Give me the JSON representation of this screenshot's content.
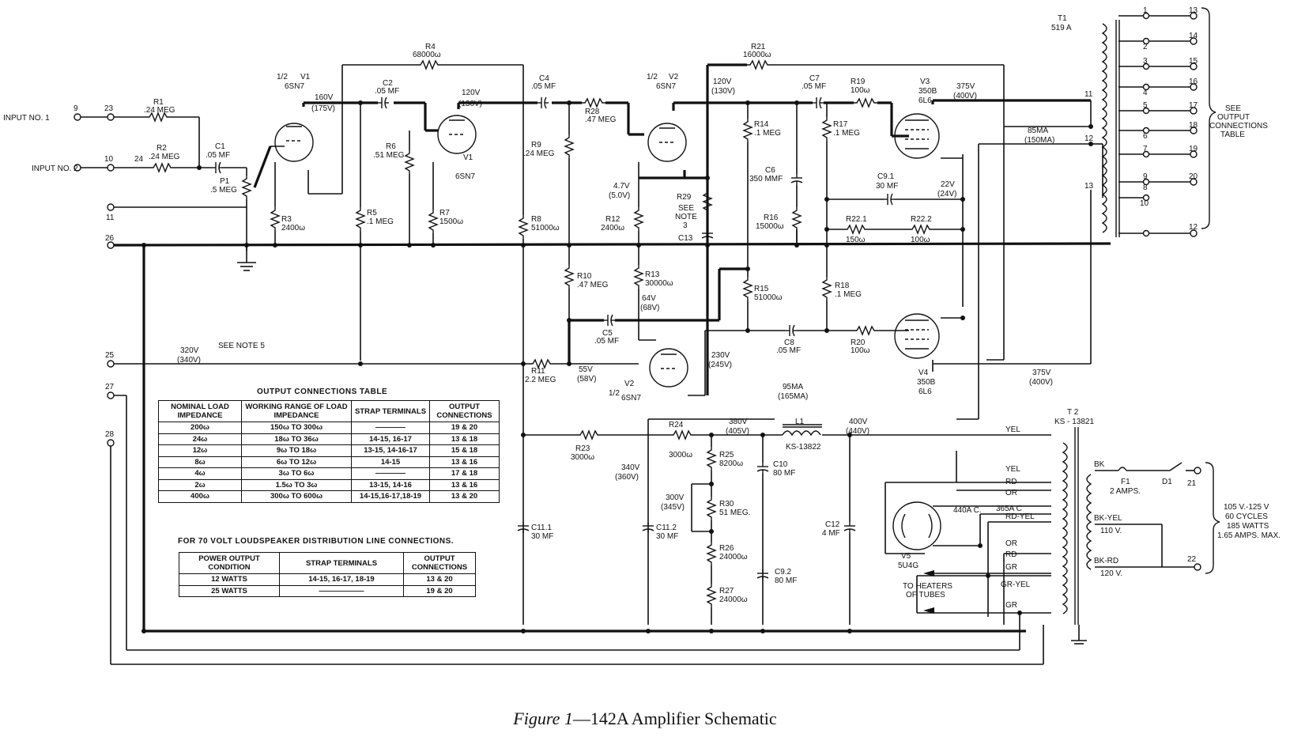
{
  "caption": {
    "figure": "Figure 1",
    "title": "142A Amplifier Schematic"
  },
  "inputs": {
    "input1": "INPUT NO. 1",
    "t9": "9",
    "t23": "23",
    "input2": "INPUT NO. 2",
    "t10": "10",
    "t24": "24",
    "t11": "11",
    "t26": "26",
    "t25": "25",
    "t27": "27",
    "t28": "28"
  },
  "labels": {
    "R1": "R1",
    "R1v": ".24 MEG",
    "R2": "R2",
    "R2v": ".24 MEG",
    "C1": "C1",
    "C1v": ".05 MF",
    "P1": "P1",
    "P1v": ".5 MEG",
    "V1a": "V1",
    "V1a_type": "6SN7",
    "half": "1/2",
    "v160": "160V",
    "v175": "(175V)",
    "R3": "R3",
    "R3v": "2400ω",
    "C2": "C2",
    "C2v": ".05 MF",
    "R4": "R4",
    "R4v": "68000ω",
    "R5": "R5",
    "R5v": ".1 MEG",
    "R6": "R6",
    "R6v": ".51 MEG",
    "V1b": "V1",
    "V1b_type": "6SN7",
    "v120a": "120V",
    "v130a": "(130V)",
    "R7": "R7",
    "R7v": "1500ω",
    "C4": "C4",
    "C4v": ".05 MF",
    "R28": "R28",
    "R28v": ".47 MEG",
    "R9": "R9",
    "R9v": ".24 MEG",
    "R8": "R8",
    "R8v": "51000ω",
    "V2a": "V2",
    "V2a_type": "6SN7",
    "v47": "4.7V",
    "v50": "(5.0V)",
    "R12": "R12",
    "R12v": "2400ω",
    "R29": "R29",
    "R29note": "SEE",
    "R29note2": "NOTE",
    "R29note3": "3",
    "C13": "C13",
    "R21": "R21",
    "R21v": "16000ω",
    "v120b": "120V",
    "v130b": "(130V)",
    "R14": "R14",
    "R14v": ".1 MEG",
    "C6": "C6",
    "C6v": "350 MMF",
    "R16": "R16",
    "R16v": "15000ω",
    "C7": "C7",
    "C7v": ".05 MF",
    "R17": "R17",
    "R17v": ".1 MEG",
    "R19": "R19",
    "R19v": "100ω",
    "V3": "V3",
    "V3_type": "350B",
    "V3_type2": "6L6",
    "v375a": "375V",
    "v400a": "(400V)",
    "C91": "C9.1",
    "C91v": "30 MF",
    "v22": "22V",
    "v24": "(24V)",
    "R221": "R22.1",
    "R221v": "150ω",
    "R222": "R22.2",
    "R222v": "100ω",
    "ma85": "85MA",
    "ma150": "(150MA)",
    "R10": "R10",
    "R10v": ".47 MEG",
    "R13": "R13",
    "R13v": "30000ω",
    "v64": "64V",
    "v68": "(68V)",
    "C5": "C5",
    "C5v": ".05 MF",
    "R15": "R15",
    "R15v": "51000ω",
    "R18": "R18",
    "R18v": ".1 MEG",
    "C8": "C8",
    "C8v": ".05 MF",
    "R20": "R20",
    "R20v": "100ω",
    "V4": "V4",
    "V4_type": "350B",
    "V4_type2": "6L6",
    "v375b": "375V",
    "v400b": "(400V)",
    "v320": "320V",
    "v340": "(340V)",
    "note5": "SEE NOTE 5",
    "R11": "R11",
    "R11v": "2.2 MEG",
    "v55": "55V",
    "v58": "(58V)",
    "V2b": "V2",
    "V2b_type": "6SN7",
    "v230": "230V",
    "v245": "(245V)",
    "ma95": "95MA",
    "ma165": "(165MA)",
    "L1": "L1",
    "L1v": "KS-13822",
    "v380": "380V",
    "v405": "(405V)",
    "v400c": "400V",
    "v440": "(440V)",
    "R23": "R23",
    "R23v": "3000ω",
    "R24": "R24",
    "R24v": "3000ω",
    "R25": "R25",
    "R25v": "8200ω",
    "C10": "C10",
    "C10v": "80 MF",
    "v340b": "340V",
    "v360": "(360V)",
    "v300": "300V",
    "v345": "(345V)",
    "R30": "R30",
    "R30v": "51 MEG.",
    "R26": "R26",
    "R26v": "24000ω",
    "R27": "R27",
    "R27v": "24000ω",
    "C111": "C11.1",
    "C111v": "30 MF",
    "C112": "C11.2",
    "C112v": "30 MF",
    "C12": "C12",
    "C12v": "4 MF",
    "C92": "C9.2",
    "C92v": "80 MF",
    "V5": "V5",
    "V5_type": "5U4G",
    "heaters1": "TO HEATERS",
    "heaters2": "OF TUBES",
    "ac440": "440A C.",
    "ac365": "365A C",
    "T1": "T1",
    "T1v": "519 A",
    "see_out1": "SEE",
    "see_out2": "OUTPUT",
    "see_out3": "CONNECTIONS",
    "see_out4": "TABLE",
    "T2": "T 2",
    "T2v": "KS - 13821",
    "yel1": "YEL",
    "yel2": "YEL",
    "rd1": "RD",
    "or1": "OR",
    "rdyel": "RD-YEL",
    "or2": "OR",
    "rd2": "RD",
    "gr1": "GR",
    "gryel": "GR-YEL",
    "gr2": "GR",
    "bk": "BK",
    "F1": "F1",
    "F1v": "2 AMPS.",
    "D1": "D1",
    "bkyel": "BK-YEL",
    "v110": "110 V.",
    "bkrd": "BK-RD",
    "v120c": "120 V.",
    "t21": "21",
    "t22": "22",
    "mains1": "105 V.-125 V",
    "mains2": "60 CYCLES",
    "mains3": "185 WATTS",
    "mains4": "1.65 AMPS. MAX."
  },
  "t1_terminals": [
    "1",
    "2",
    "3",
    "4",
    "5",
    "6",
    "7",
    "8",
    "9",
    "10",
    "11",
    "12",
    "13",
    "13",
    "14",
    "15",
    "16",
    "17",
    "18",
    "19",
    "20",
    "12"
  ],
  "table1": {
    "title": "OUTPUT CONNECTIONS TABLE",
    "headers": [
      "NOMINAL LOAD IMPEDANCE",
      "WORKING RANGE OF LOAD IMPEDANCE",
      "STRAP TERMINALS",
      "OUTPUT CONNECTIONS"
    ],
    "rows": [
      [
        "200ω",
        "150ω  TO  300ω",
        "————",
        "19  &  20"
      ],
      [
        "24ω",
        "18ω  TO  36ω",
        "14-15, 16-17",
        "13  &  18"
      ],
      [
        "12ω",
        "9ω  TO  18ω",
        "13-15, 14-16-17",
        "15  &  18"
      ],
      [
        "8ω",
        "6ω  TO  12ω",
        "14-15",
        "13  &  16"
      ],
      [
        "4ω",
        "3ω  TO  6ω",
        "————",
        "17  &  18"
      ],
      [
        "2ω",
        "1.5ω  TO  3ω",
        "13-15, 14-16",
        "13  &  16"
      ],
      [
        "400ω",
        "300ω  TO  600ω",
        "14-15,16-17,18-19",
        "13  &  20"
      ]
    ]
  },
  "table2": {
    "title": "FOR 70 VOLT LOUDSPEAKER DISTRIBUTION LINE CONNECTIONS.",
    "headers": [
      "POWER OUTPUT CONDITION",
      "STRAP TERMINALS",
      "OUTPUT CONNECTIONS"
    ],
    "rows": [
      [
        "12 WATTS",
        "14-15,  16-17,  18-19",
        "13  &  20"
      ],
      [
        "25 WATTS",
        "——————",
        "19  &  20"
      ]
    ]
  }
}
